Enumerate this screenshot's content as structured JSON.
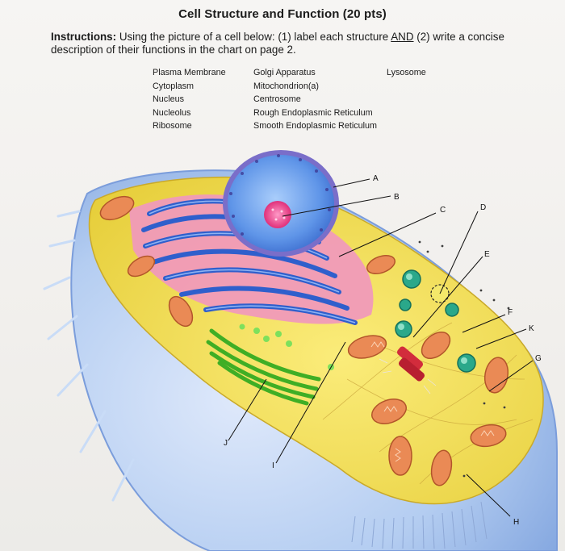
{
  "document": {
    "title": "Cell Structure and Function (20 pts)",
    "instructions": {
      "label": "Instructions:",
      "text_before": " Using the picture of a cell below: (1) label each structure ",
      "and_word": "AND",
      "text_after": " (2) write a concise description of their functions in the chart on page 2."
    },
    "terms": {
      "column1": [
        "Plasma Membrane",
        "Cytoplasm",
        "Nucleus",
        "Nucleolus",
        "Ribosome"
      ],
      "column2": [
        "Golgi Apparatus",
        "Mitochondrion(a)",
        "Centrosome",
        "Rough Endoplasmic Reticulum",
        "Smooth Endoplasmic Reticulum"
      ],
      "column3": [
        "Lysosome"
      ]
    }
  },
  "figure": {
    "labels": [
      "A",
      "B",
      "C",
      "D",
      "E",
      "F",
      "K",
      "G",
      "H",
      "I",
      "J"
    ],
    "colors": {
      "membrane": "#a9c8ee",
      "cytoplasm": "#f2dd55",
      "nucleus": "#5f95e8",
      "nucleolus": "#f2559a",
      "er": "#3a6fd6",
      "golgi": "#55c73a",
      "mitochondria": "#e98b56",
      "centrosome": "#c8283a"
    }
  }
}
